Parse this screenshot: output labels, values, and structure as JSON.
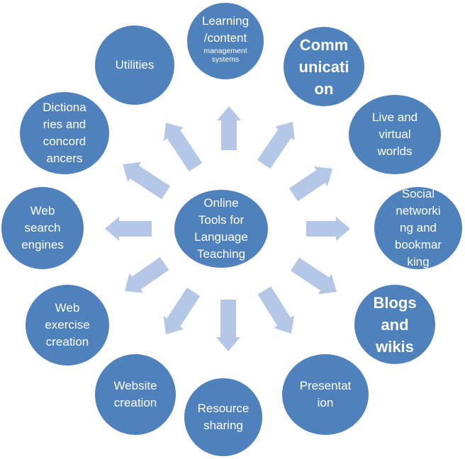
{
  "colors": {
    "node_fill": "#4f81bd",
    "node_text": "#ffffff",
    "arrow_fill": "#b4c7e7",
    "background": "#ffffff"
  },
  "center": {
    "lines": [
      "Online",
      "Tools for",
      "Language",
      "Teaching"
    ]
  },
  "nodes": [
    {
      "key": "learning",
      "lines": [
        "Learning",
        "/content"
      ],
      "small_lines": [
        "management",
        "systems"
      ]
    },
    {
      "key": "communication",
      "lines": [
        "Comm",
        "unicati",
        "on"
      ]
    },
    {
      "key": "live",
      "lines": [
        "Live and",
        "virtual",
        "worlds"
      ]
    },
    {
      "key": "social",
      "lines": [
        "Social",
        "networki",
        "ng and",
        "bookmar",
        "king"
      ]
    },
    {
      "key": "blogs",
      "lines": [
        "Blogs",
        "and",
        "wikis"
      ]
    },
    {
      "key": "presentation",
      "lines": [
        "Presentat",
        "ion"
      ]
    },
    {
      "key": "resource",
      "lines": [
        "Resource",
        "sharing"
      ]
    },
    {
      "key": "website",
      "lines": [
        "Website",
        "creation"
      ]
    },
    {
      "key": "webexercise",
      "lines": [
        "Web",
        "exercise",
        "creation"
      ]
    },
    {
      "key": "websearch",
      "lines": [
        "Web",
        "search",
        "engines"
      ]
    },
    {
      "key": "dictionaries",
      "lines": [
        "Dictiona",
        "ries and",
        "concord",
        "ancers"
      ]
    },
    {
      "key": "utilities",
      "lines": [
        "Utilities"
      ]
    }
  ]
}
